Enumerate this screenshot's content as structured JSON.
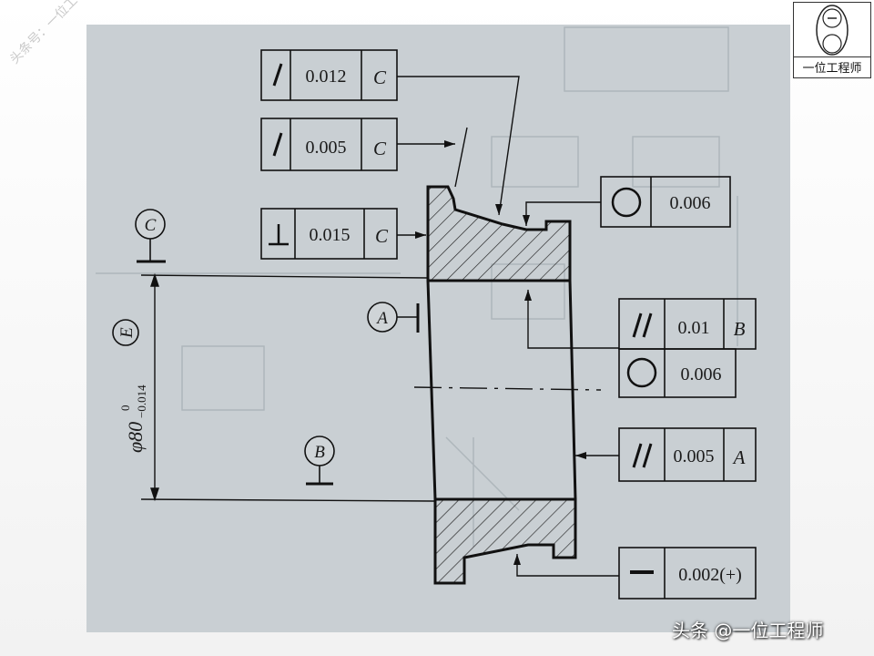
{
  "watermark": "头条号：一位工程师",
  "logo": {
    "label": "一位工程师"
  },
  "footer": {
    "caption": "头条 @一位工程师"
  },
  "datums": {
    "A": "A",
    "B": "B",
    "C": "C",
    "E": "E"
  },
  "diameter": {
    "nominal": "φ80",
    "upper": "0",
    "lower": "−0.014"
  },
  "tolerances": [
    {
      "symbol": "circular-runout",
      "glyph": "/",
      "value": "0.012",
      "datum": "C"
    },
    {
      "symbol": "circular-runout",
      "glyph": "/",
      "value": "0.005",
      "datum": "C"
    },
    {
      "symbol": "perpendicularity",
      "glyph": "⊥",
      "value": "0.015",
      "datum": "C"
    },
    {
      "symbol": "roundness",
      "glyph": "○",
      "value": "0.006",
      "datum": ""
    },
    {
      "symbol": "parallelism",
      "glyph": "//",
      "value": "0.01",
      "datum": "B"
    },
    {
      "symbol": "roundness",
      "glyph": "○",
      "value": "0.006",
      "datum": ""
    },
    {
      "symbol": "parallelism",
      "glyph": "//",
      "value": "0.005",
      "datum": "A"
    },
    {
      "symbol": "straightness",
      "glyph": "—",
      "value": "0.002(+)",
      "datum": ""
    }
  ]
}
